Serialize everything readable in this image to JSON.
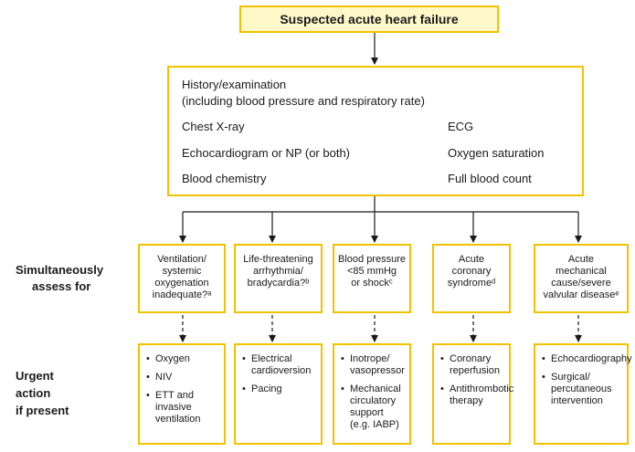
{
  "title": "Suspected acute heart failure",
  "assessment": {
    "line1": "History/examination",
    "line2": "(including blood pressure and respiratory rate)",
    "left": [
      "Chest X-ray",
      "Echocardiogram or NP (or both)",
      "Blood chemistry"
    ],
    "right": [
      "ECG",
      "Oxygen saturation",
      "Full blood count"
    ]
  },
  "row_labels": {
    "simultaneously": [
      "Simultaneously",
      "assess for"
    ],
    "urgent": [
      "Urgent",
      "action",
      "if present"
    ]
  },
  "conditions": [
    {
      "lines": [
        "Ventilation/",
        "systemic",
        "oxygenation",
        "inadequate?ᵃ"
      ],
      "actions": [
        [
          "Oxygen"
        ],
        [
          "NIV"
        ],
        [
          "ETT and",
          "invasive",
          "ventilation"
        ]
      ]
    },
    {
      "lines": [
        "Life-threatening",
        "arrhythmia/",
        "bradycardia?ᵇ"
      ],
      "actions": [
        [
          "Electrical",
          "cardioversion"
        ],
        [
          "Pacing"
        ]
      ]
    },
    {
      "lines": [
        "Blood pressure",
        "<85 mmHg",
        "or shockᶜ"
      ],
      "actions": [
        [
          "Inotrope/",
          "vasopressor"
        ],
        [
          "Mechanical",
          "circulatory",
          "support",
          "(e.g. IABP)"
        ]
      ]
    },
    {
      "lines": [
        "Acute",
        "coronary",
        "syndromeᵈ"
      ],
      "actions": [
        [
          "Coronary",
          "reperfusion"
        ],
        [
          "Antithrombotic",
          "therapy"
        ]
      ]
    },
    {
      "lines": [
        "Acute",
        "mechanical",
        "cause/severe",
        "valvular diseaseᵉ"
      ],
      "actions": [
        [
          "Echocardiography"
        ],
        [
          "Surgical/",
          "percutaneous",
          "intervention"
        ]
      ]
    }
  ],
  "colors": {
    "box_border": "#f2c200",
    "title_fill": "#fff9c9",
    "line": "#1a1a1a"
  }
}
